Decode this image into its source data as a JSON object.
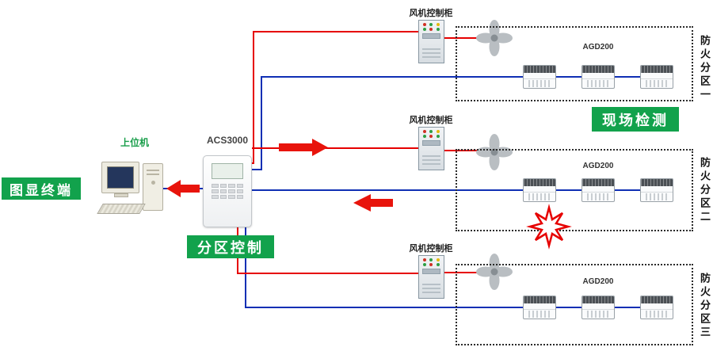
{
  "labels": {
    "display_terminal": "图显终端",
    "host_computer": "上位机",
    "controller_model": "ACS3000",
    "zone_control": "分区控制",
    "field_detection": "现场检测"
  },
  "zones": [
    {
      "cabinet_label": "风机控制柜",
      "detector_model": "AGD200",
      "zone_label": "防火分区一"
    },
    {
      "cabinet_label": "风机控制柜",
      "detector_model": "AGD200",
      "zone_label": "防火分区二"
    },
    {
      "cabinet_label": "风机控制柜",
      "detector_model": "AGD200",
      "zone_label": "防火分区三"
    }
  ],
  "colors": {
    "accent_green": "#12A24C",
    "line_red": "#E60000",
    "line_blue": "#0F2FB4"
  }
}
